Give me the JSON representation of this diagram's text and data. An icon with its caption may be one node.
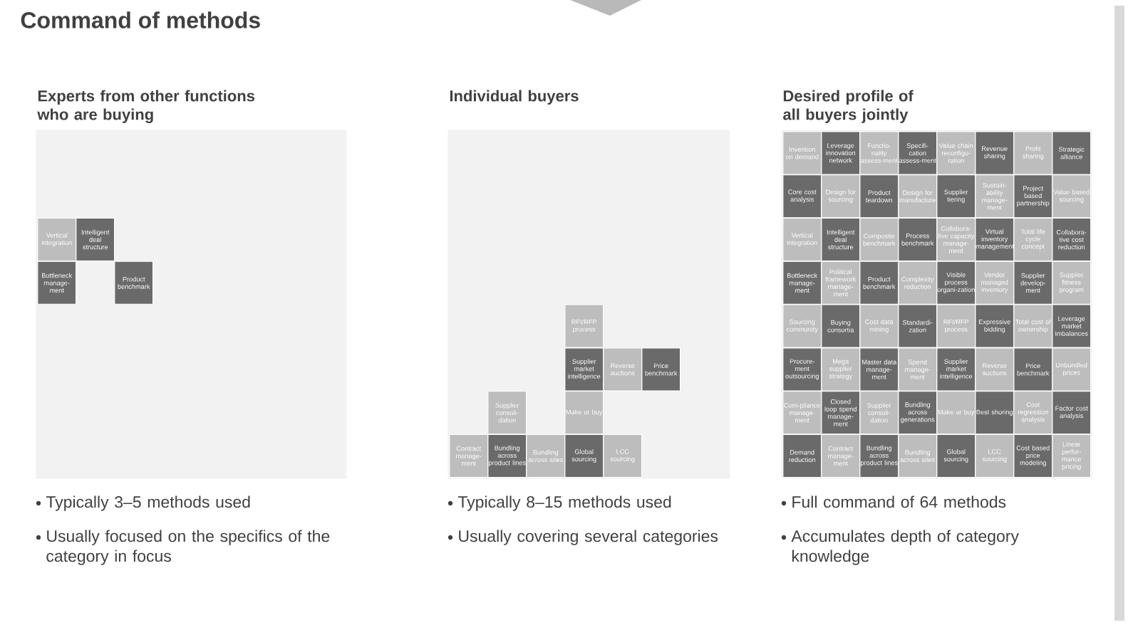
{
  "diagram": {
    "title": "Command of methods",
    "nodes": [
      {
        "text": [
          "Experts from other functions who are buying"
        ],
        "beside": [
          "Typically 3–5 methods used",
          "Usually focused on the specifics of the category in focus"
        ]
      },
      {
        "text": [
          "Vertical integration"
        ],
        "in": 0
      },
      {
        "text": [
          "Intelligent deal structure"
        ],
        "in": 0
      },
      {
        "text": [
          "Bottleneck manage-ment"
        ],
        "in": 0
      },
      {
        "text": [
          "Product benchmark"
        ],
        "in": 0
      },
      {
        "text": [
          "Individual buyers"
        ],
        "beside": [
          "Typically 8–15 methods used",
          "Usually covering several categories"
        ]
      },
      {
        "text": [
          "RFI/RFP process"
        ],
        "in": 5
      },
      {
        "text": [
          "Supplier market intelligence"
        ],
        "in": 5
      },
      {
        "text": [
          "Reverse auctions"
        ],
        "in": 5
      },
      {
        "text": [
          "Price benchmark"
        ],
        "in": 5
      },
      {
        "text": [
          "Supplier consoli-dation"
        ],
        "in": 5
      },
      {
        "text": [
          "Make or buy"
        ],
        "in": 5
      },
      {
        "text": [
          "Contract manage-ment"
        ],
        "in": 5
      },
      {
        "text": [
          "Bundling across product lines"
        ],
        "in": 5
      },
      {
        "text": [
          "Bundling across sites"
        ],
        "in": 5
      },
      {
        "text": [
          "Global sourcing"
        ],
        "in": 5
      },
      {
        "text": [
          "LCC sourcing"
        ],
        "in": 5
      },
      {
        "text": [
          "Desired profile of all buyers jointly"
        ],
        "beside": [
          "Full command of 64 methods",
          "Accumulates depth of category knowledge"
        ]
      },
      {
        "text": [
          "Invention on demand"
        ],
        "in": 17
      },
      {
        "text": [
          "Leverage innovation network"
        ],
        "in": 17
      },
      {
        "text": [
          "Functio-nality assess-ment"
        ],
        "in": 17
      },
      {
        "text": [
          "Specifi-cation assess-ment"
        ],
        "in": 17
      },
      {
        "text": [
          "Value chain reconfigu-ration"
        ],
        "in": 17
      },
      {
        "text": [
          "Revenue sharing"
        ],
        "in": 17
      },
      {
        "text": [
          "Profit sharing"
        ],
        "in": 17
      },
      {
        "text": [
          "Strategic alliance"
        ],
        "in": 17
      },
      {
        "text": [
          "Core cost analysis"
        ],
        "in": 17
      },
      {
        "text": [
          "Design for sourcing"
        ],
        "in": 17
      },
      {
        "text": [
          "Product teardown"
        ],
        "in": 17
      },
      {
        "text": [
          "Design for manufacture"
        ],
        "in": 17
      },
      {
        "text": [
          "Supplier tiering"
        ],
        "in": 17
      },
      {
        "text": [
          "Sustain-ability manage-ment"
        ],
        "in": 17
      },
      {
        "text": [
          "Project based partnership"
        ],
        "in": 17
      },
      {
        "text": [
          "Value based sourcing"
        ],
        "in": 17
      },
      {
        "text": [
          "Vertical integration"
        ],
        "in": 17
      },
      {
        "text": [
          "Intelligent deal structure"
        ],
        "in": 17
      },
      {
        "text": [
          "Composite benchmark"
        ],
        "in": 17
      },
      {
        "text": [
          "Process benchmark"
        ],
        "in": 17
      },
      {
        "text": [
          "Collabora-tive capacity manage-ment"
        ],
        "in": 17
      },
      {
        "text": [
          "Virtual inventory management"
        ],
        "in": 17
      },
      {
        "text": [
          "Total life cycle concept"
        ],
        "in": 17
      },
      {
        "text": [
          "Collabora-tive cost reduction"
        ],
        "in": 17
      },
      {
        "text": [
          "Bottleneck manage-ment"
        ],
        "in": 17
      },
      {
        "text": [
          "Political framework manage-ment"
        ],
        "in": 17
      },
      {
        "text": [
          "Product benchmark"
        ],
        "in": 17
      },
      {
        "text": [
          "Complexity reduction"
        ],
        "in": 17
      },
      {
        "text": [
          "Visible process organi-zation"
        ],
        "in": 17
      },
      {
        "text": [
          "Vendor managed inventory"
        ],
        "in": 17
      },
      {
        "text": [
          "Supplier develop-ment"
        ],
        "in": 17
      },
      {
        "text": [
          "Supplier fitness program"
        ],
        "in": 17
      },
      {
        "text": [
          "Sourcing community"
        ],
        "in": 17
      },
      {
        "text": [
          "Buying consortia"
        ],
        "in": 17
      },
      {
        "text": [
          "Cost data mining"
        ],
        "in": 17
      },
      {
        "text": [
          "Standardi-zation"
        ],
        "in": 17
      },
      {
        "text": [
          "RFI/RFP process"
        ],
        "in": 17
      },
      {
        "text": [
          "Expressive bidding"
        ],
        "in": 17
      },
      {
        "text": [
          "Total cost of ownership"
        ],
        "in": 17
      },
      {
        "text": [
          "Leverage market imbalances"
        ],
        "in": 17
      },
      {
        "text": [
          "Procure-ment outsourcing"
        ],
        "in": 17
      },
      {
        "text": [
          "Mega supplier strategy"
        ],
        "in": 17
      },
      {
        "text": [
          "Master data manage-ment"
        ],
        "in": 17
      },
      {
        "text": [
          "Spend manage-ment"
        ],
        "in": 17
      },
      {
        "text": [
          "Supplier market intelligence"
        ],
        "in": 17
      },
      {
        "text": [
          "Reverse auctions"
        ],
        "in": 17
      },
      {
        "text": [
          "Price benchmark"
        ],
        "in": 17
      },
      {
        "text": [
          "Unbundled prices"
        ],
        "in": 17
      },
      {
        "text": [
          "Com-pliance manage-ment"
        ],
        "in": 17
      },
      {
        "text": [
          "Closed loop spend manage-ment"
        ],
        "in": 17
      },
      {
        "text": [
          "Supplier consoli-dation"
        ],
        "in": 17
      },
      {
        "text": [
          "Bundling across generations"
        ],
        "in": 17
      },
      {
        "text": [
          "Make or buy"
        ],
        "in": 17
      },
      {
        "text": [
          "Best shoring"
        ],
        "in": 17
      },
      {
        "text": [
          "Cost regression analysis"
        ],
        "in": 17
      },
      {
        "text": [
          "Factor cost analysis"
        ],
        "in": 17
      },
      {
        "text": [
          "Demand reduction"
        ],
        "in": 17
      },
      {
        "text": [
          "Contract manage-ment"
        ],
        "in": 17
      },
      {
        "text": [
          "Bundling across product lines"
        ],
        "in": 17
      },
      {
        "text": [
          "Bundling across sites"
        ],
        "in": 17
      },
      {
        "text": [
          "Global sourcing"
        ],
        "in": 17
      },
      {
        "text": [
          "LCC sourcing"
        ],
        "in": 17
      },
      {
        "text": [
          "Cost based price modeling"
        ],
        "in": 17
      },
      {
        "text": [
          "Linear perfor-mance pricing"
        ],
        "in": 17
      }
    ]
  }
}
